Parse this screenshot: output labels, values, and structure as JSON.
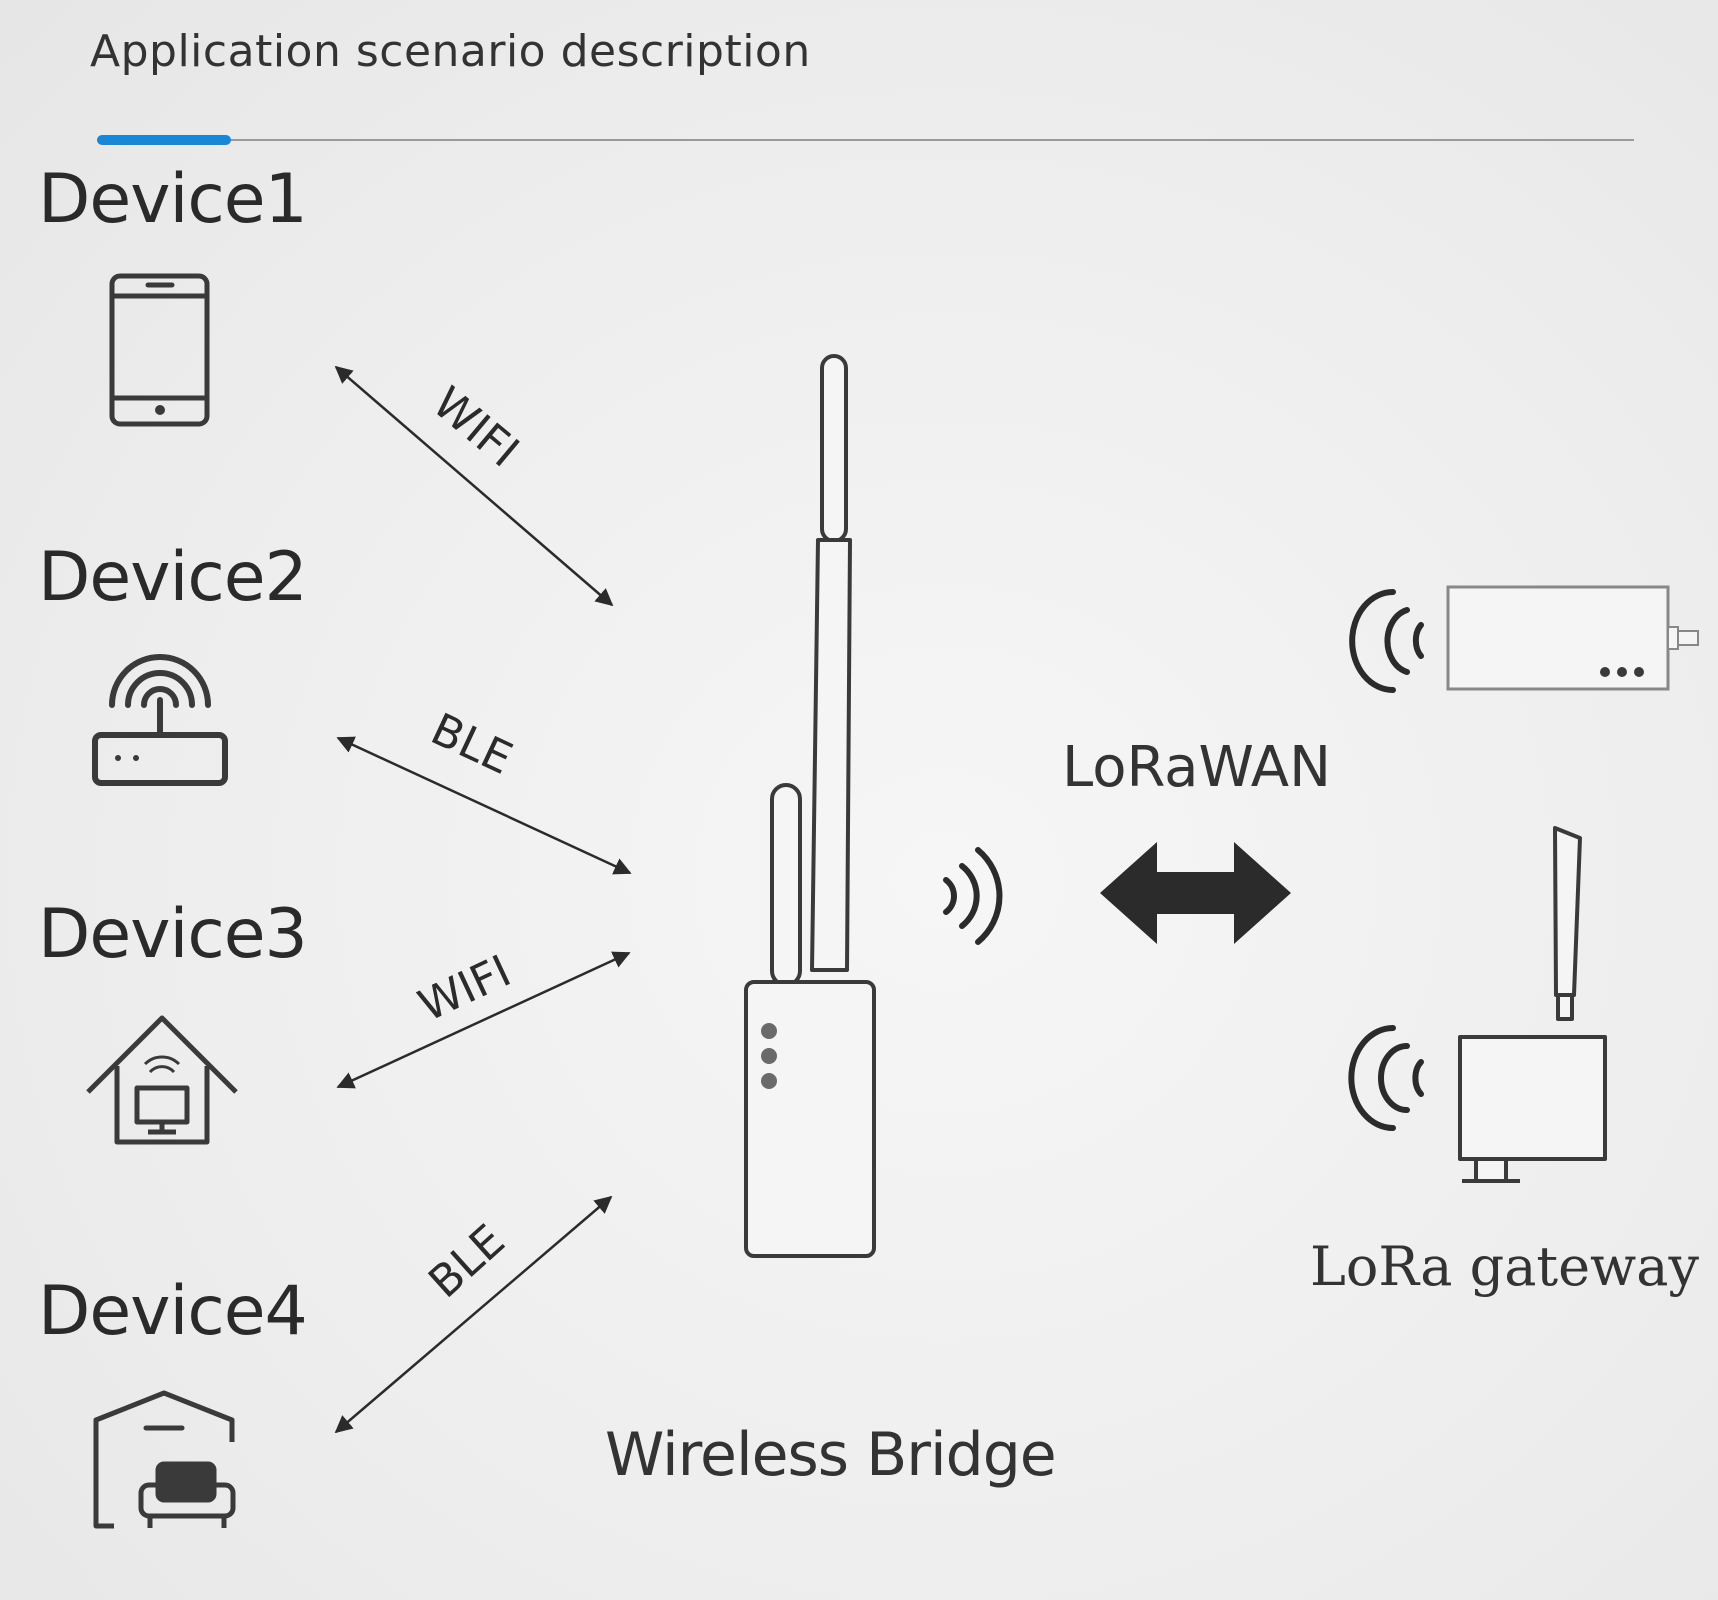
{
  "header": {
    "title": "Application scenario description"
  },
  "devices": [
    {
      "label": "Device1",
      "icon": "smartphone-icon",
      "link": "WIFI"
    },
    {
      "label": "Device2",
      "icon": "router-icon",
      "link": "BLE"
    },
    {
      "label": "Device3",
      "icon": "smart-home-icon",
      "link": "WIFI"
    },
    {
      "label": "Device4",
      "icon": "garage-car-icon",
      "link": "BLE"
    }
  ],
  "bridge": {
    "label": "Wireless Bridge",
    "icon": "wireless-bridge-icon"
  },
  "protocol": {
    "label": "LoRaWAN",
    "icon": "double-arrow-icon"
  },
  "gateway": {
    "label": "LoRa gateway",
    "icons": [
      "lora-gateway-box-icon",
      "lora-gateway-antenna-icon"
    ]
  },
  "colors": {
    "accent": "#1a86d6",
    "line": "#2b2b2b",
    "background": "#eeeeee"
  }
}
